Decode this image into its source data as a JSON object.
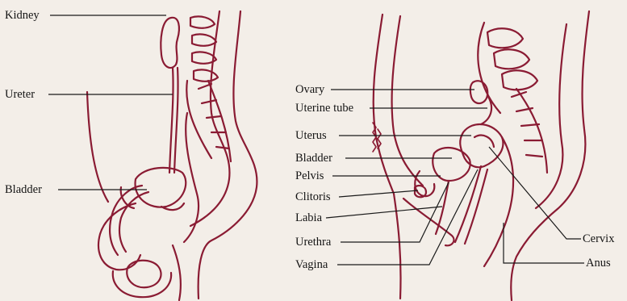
{
  "colors": {
    "paper": "#f3eee8",
    "anatomy_stroke": "#8a1b33",
    "leader_line": "#1a1a1a",
    "text": "#141414"
  },
  "male_figure": {
    "labels": {
      "kidney": "Kidney",
      "ureter": "Ureter",
      "bladder": "Bladder"
    }
  },
  "female_figure": {
    "labels": {
      "ovary": "Ovary",
      "uterine_tube": "Uterine tube",
      "uterus": "Uterus",
      "bladder": "Bladder",
      "pelvis": "Pelvis",
      "clitoris": "Clitoris",
      "labia": "Labia",
      "urethra": "Urethra",
      "vagina": "Vagina",
      "cervix": "Cervix",
      "anus": "Anus"
    }
  }
}
